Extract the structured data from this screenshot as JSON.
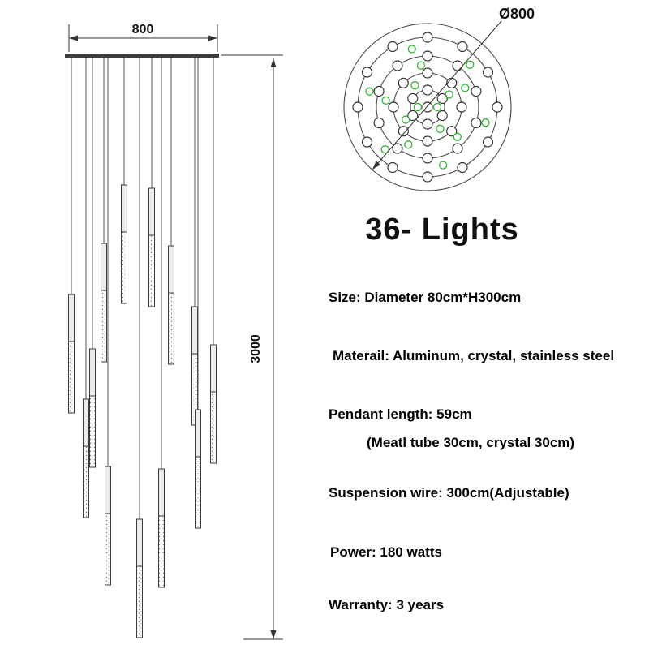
{
  "title": "36- Lights",
  "drawing": {
    "width_label": "800",
    "height_label": "3000"
  },
  "top_view": {
    "diameter_label": "Ø800"
  },
  "specs": [
    "Size: Diameter 80cm*H300cm",
    "Materail: Aluminum, crystal, stainless steel",
    "Pendant length: 59cm",
    "(Meatl tube 30cm, crystal 30cm)",
    "Suspension wire: 300cm(Adjustable)",
    "Power: 180 watts",
    "Warranty: 3 years"
  ],
  "colors": {
    "line": "#333333",
    "green_accent": "#2db52d",
    "text": "#000000"
  }
}
